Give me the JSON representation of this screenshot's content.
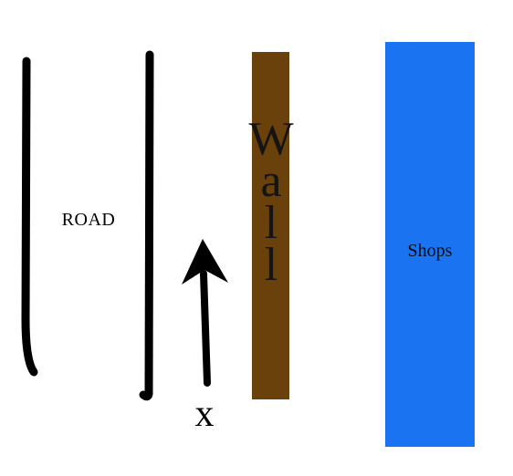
{
  "labels": {
    "road": "ROAD",
    "wall": "Wall",
    "shops": "Shops",
    "position": "x"
  },
  "colors": {
    "road_lines": "#000000",
    "wall": "#6a400b",
    "shops": "#1a73f0",
    "arrow": "#000000"
  },
  "icons": {
    "arrow": "up-arrow-icon"
  }
}
